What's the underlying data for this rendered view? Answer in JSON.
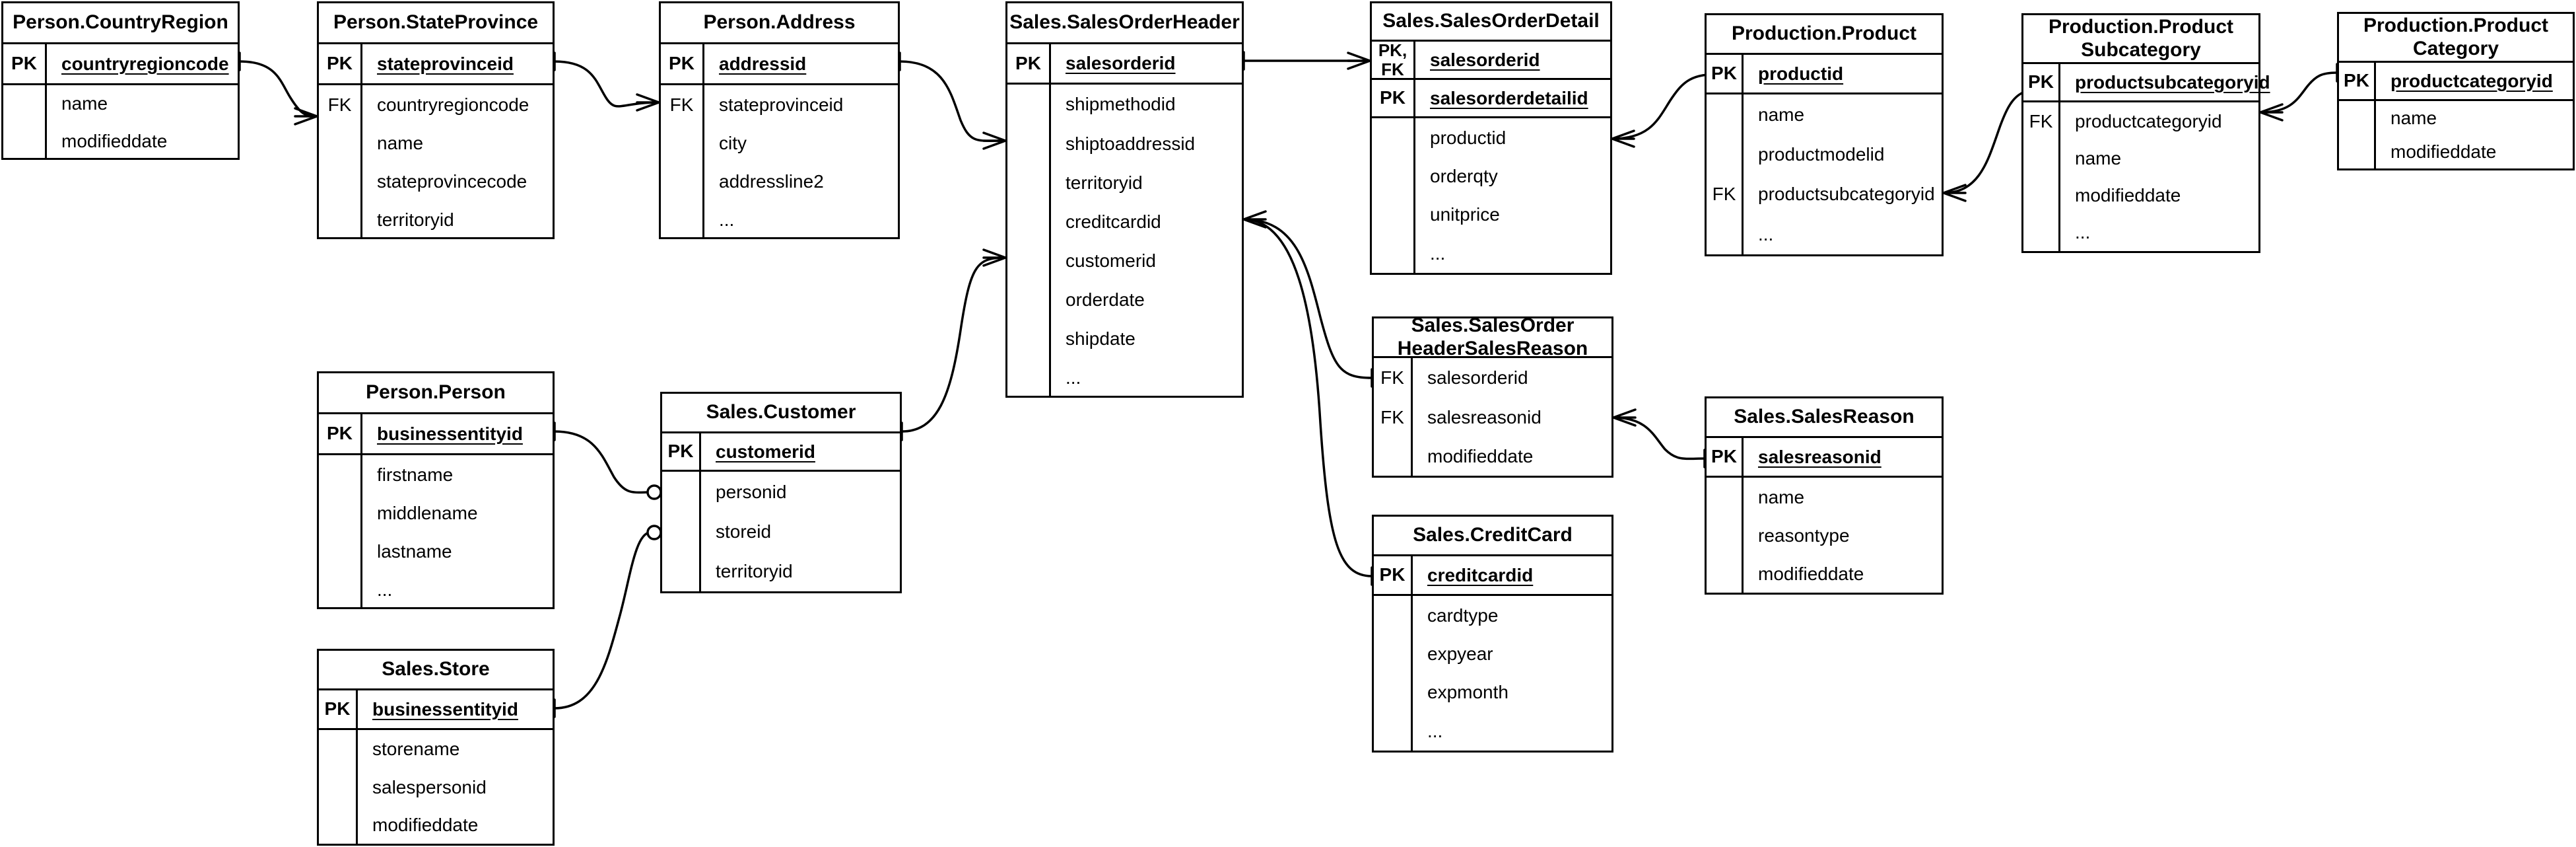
{
  "diagram": {
    "title": "AdventureWorks Sales ER Diagram",
    "notation": "crow's-foot",
    "background_color": "#ffffff",
    "line_color": "#000000",
    "text_color": "#000000"
  },
  "entities": [
    {
      "id": "countryregion",
      "title": [
        "Person.CountryRegion"
      ],
      "key_rows": [
        {
          "key": "PK",
          "name": "countryregioncode"
        }
      ],
      "attributes": [
        {
          "key": "",
          "name": "name"
        },
        {
          "key": "",
          "name": "modifieddate"
        }
      ]
    },
    {
      "id": "stateprovince",
      "title": [
        "Person.StateProvince"
      ],
      "key_rows": [
        {
          "key": "PK",
          "name": "stateprovinceid"
        }
      ],
      "attributes": [
        {
          "key": "FK",
          "name": "countryregioncode"
        },
        {
          "key": "",
          "name": "name"
        },
        {
          "key": "",
          "name": "stateprovincecode"
        },
        {
          "key": "",
          "name": "territoryid"
        }
      ]
    },
    {
      "id": "address",
      "title": [
        "Person.Address"
      ],
      "key_rows": [
        {
          "key": "PK",
          "name": "addressid"
        }
      ],
      "attributes": [
        {
          "key": "FK",
          "name": "stateprovinceid"
        },
        {
          "key": "",
          "name": "city"
        },
        {
          "key": "",
          "name": "addressline2"
        },
        {
          "key": "",
          "name": "..."
        }
      ]
    },
    {
      "id": "salesorderheader",
      "title": [
        "Sales.SalesOrderHeader"
      ],
      "key_rows": [
        {
          "key": "PK",
          "name": "salesorderid"
        }
      ],
      "attributes": [
        {
          "key": "",
          "name": "shipmethodid"
        },
        {
          "key": "",
          "name": "shiptoaddressid"
        },
        {
          "key": "",
          "name": "territoryid"
        },
        {
          "key": "",
          "name": "creditcardid"
        },
        {
          "key": "",
          "name": "customerid"
        },
        {
          "key": "",
          "name": "orderdate"
        },
        {
          "key": "",
          "name": "shipdate"
        },
        {
          "key": "",
          "name": "..."
        }
      ]
    },
    {
      "id": "salesorderdetail",
      "title": [
        "Sales.SalesOrderDetail"
      ],
      "key_rows": [
        {
          "key": "PK,\nFK",
          "name": "salesorderid"
        },
        {
          "key": "PK",
          "name": "salesorderdetailid"
        }
      ],
      "attributes": [
        {
          "key": "",
          "name": "productid"
        },
        {
          "key": "",
          "name": "orderqty"
        },
        {
          "key": "",
          "name": "unitprice"
        },
        {
          "key": "",
          "name": "..."
        }
      ]
    },
    {
      "id": "product",
      "title": [
        "Production.Product"
      ],
      "key_rows": [
        {
          "key": "PK",
          "name": "productid"
        }
      ],
      "attributes": [
        {
          "key": "",
          "name": "name"
        },
        {
          "key": "",
          "name": "productmodelid"
        },
        {
          "key": "FK",
          "name": "productsubcategoryid"
        },
        {
          "key": "",
          "name": "..."
        }
      ]
    },
    {
      "id": "productsubcategory",
      "title": [
        "Production.Product",
        "Subcategory"
      ],
      "key_rows": [
        {
          "key": "PK",
          "name": "productsubcategoryid"
        }
      ],
      "attributes": [
        {
          "key": "FK",
          "name": "productcategoryid"
        },
        {
          "key": "",
          "name": "name"
        },
        {
          "key": "",
          "name": "modifieddate"
        },
        {
          "key": "",
          "name": "..."
        }
      ]
    },
    {
      "id": "productcategory",
      "title": [
        "Production.Product",
        "Category"
      ],
      "key_rows": [
        {
          "key": "PK",
          "name": "productcategoryid"
        }
      ],
      "attributes": [
        {
          "key": "",
          "name": "name"
        },
        {
          "key": "",
          "name": "modifieddate"
        }
      ]
    },
    {
      "id": "person",
      "title": [
        "Person.Person"
      ],
      "key_rows": [
        {
          "key": "PK",
          "name": "businessentityid"
        }
      ],
      "attributes": [
        {
          "key": "",
          "name": "firstname"
        },
        {
          "key": "",
          "name": "middlename"
        },
        {
          "key": "",
          "name": "lastname"
        },
        {
          "key": "",
          "name": "..."
        }
      ]
    },
    {
      "id": "customer",
      "title": [
        "Sales.Customer"
      ],
      "key_rows": [
        {
          "key": "PK",
          "name": "customerid"
        }
      ],
      "attributes": [
        {
          "key": "",
          "name": "personid"
        },
        {
          "key": "",
          "name": "storeid"
        },
        {
          "key": "",
          "name": "territoryid"
        }
      ]
    },
    {
      "id": "store",
      "title": [
        "Sales.Store"
      ],
      "key_rows": [
        {
          "key": "PK",
          "name": "businessentityid"
        }
      ],
      "attributes": [
        {
          "key": "",
          "name": "storename"
        },
        {
          "key": "",
          "name": "salespersonid"
        },
        {
          "key": "",
          "name": "modifieddate"
        }
      ]
    },
    {
      "id": "soh_salesreason",
      "title": [
        "Sales.SalesOrder",
        "HeaderSalesReason"
      ],
      "key_rows": [],
      "attributes": [
        {
          "key": "FK",
          "name": "salesorderid"
        },
        {
          "key": "FK",
          "name": "salesreasonid"
        },
        {
          "key": "",
          "name": "modifieddate"
        }
      ]
    },
    {
      "id": "salesreason",
      "title": [
        "Sales.SalesReason"
      ],
      "key_rows": [
        {
          "key": "PK",
          "name": "salesreasonid"
        }
      ],
      "attributes": [
        {
          "key": "",
          "name": "name"
        },
        {
          "key": "",
          "name": "reasontype"
        },
        {
          "key": "",
          "name": "modifieddate"
        }
      ]
    },
    {
      "id": "creditcard",
      "title": [
        "Sales.CreditCard"
      ],
      "key_rows": [
        {
          "key": "PK",
          "name": "creditcardid"
        }
      ],
      "attributes": [
        {
          "key": "",
          "name": "cardtype"
        },
        {
          "key": "",
          "name": "expyear"
        },
        {
          "key": "",
          "name": "expmonth"
        },
        {
          "key": "",
          "name": "..."
        }
      ]
    }
  ],
  "relationships": [
    {
      "id": "rel-countryregion-stateprovince",
      "from": "countryregion",
      "to": "stateprovince",
      "from_marker": "one",
      "to_marker": "many"
    },
    {
      "id": "rel-stateprovince-address",
      "from": "stateprovince",
      "to": "address",
      "from_marker": "one",
      "to_marker": "many"
    },
    {
      "id": "rel-address-salesorderheader",
      "from": "address",
      "to": "salesorderheader",
      "from_marker": "one",
      "to_marker": "many"
    },
    {
      "id": "rel-salesorderheader-salesorderdetail",
      "from": "salesorderheader",
      "to": "salesorderdetail",
      "from_marker": "one",
      "to_marker": "many"
    },
    {
      "id": "rel-salesorderheader-soh-salesreason",
      "from": "salesorderheader",
      "to": "soh_salesreason",
      "from_marker": "many",
      "to_marker": "one"
    },
    {
      "id": "rel-salesorderheader-creditcard",
      "from": "salesorderheader",
      "to": "creditcard",
      "from_marker": "many",
      "to_marker": "one"
    },
    {
      "id": "rel-salesorderdetail-product",
      "from": "salesorderdetail",
      "to": "product",
      "from_marker": "many",
      "to_marker": "one"
    },
    {
      "id": "rel-product-productsubcategory",
      "from": "product",
      "to": "productsubcategory",
      "from_marker": "many",
      "to_marker": "one"
    },
    {
      "id": "rel-productsubcategory-productcategory",
      "from": "productsubcategory",
      "to": "productcategory",
      "from_marker": "many",
      "to_marker": "one"
    },
    {
      "id": "rel-person-customer",
      "from": "person",
      "to": "customer",
      "from_marker": "one",
      "to_marker": "zero-or-one"
    },
    {
      "id": "rel-store-customer",
      "from": "store",
      "to": "customer",
      "from_marker": "one",
      "to_marker": "zero-or-one"
    },
    {
      "id": "rel-customer-salesorderheader",
      "from": "customer",
      "to": "salesorderheader",
      "from_marker": "one",
      "to_marker": "many"
    },
    {
      "id": "rel-soh-salesreason-salesreason",
      "from": "soh_salesreason",
      "to": "salesreason",
      "from_marker": "many",
      "to_marker": "one"
    }
  ]
}
